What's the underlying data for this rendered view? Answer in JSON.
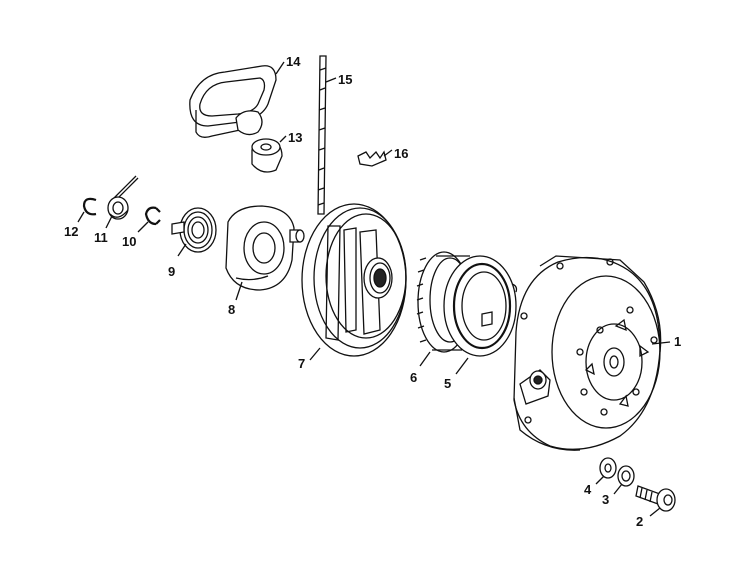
{
  "diagram": {
    "type": "exploded-parts",
    "callouts": [
      {
        "id": "1",
        "label": "1"
      },
      {
        "id": "2",
        "label": "2"
      },
      {
        "id": "3",
        "label": "3"
      },
      {
        "id": "4",
        "label": "4"
      },
      {
        "id": "5",
        "label": "5"
      },
      {
        "id": "6",
        "label": "6"
      },
      {
        "id": "7",
        "label": "7"
      },
      {
        "id": "8",
        "label": "8"
      },
      {
        "id": "9",
        "label": "9"
      },
      {
        "id": "10",
        "label": "10"
      },
      {
        "id": "11",
        "label": "11"
      },
      {
        "id": "12",
        "label": "12"
      },
      {
        "id": "13",
        "label": "13"
      },
      {
        "id": "14",
        "label": "14"
      },
      {
        "id": "15",
        "label": "15"
      },
      {
        "id": "16",
        "label": "16"
      }
    ]
  },
  "colors": {
    "ink": "#111111",
    "paper": "#ffffff"
  }
}
